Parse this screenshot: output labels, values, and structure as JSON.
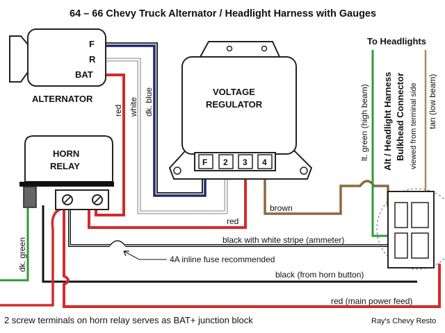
{
  "title": "64 – 66 Chevy Truck Alternator / Headlight Harness with Gauges",
  "alternator": {
    "label": "ALTERNATOR",
    "terminals": [
      "F",
      "R",
      "BAT"
    ]
  },
  "regulator": {
    "label_line1": "VOLTAGE",
    "label_line2": "REGULATOR",
    "terminals": [
      "F",
      "2",
      "3",
      "4"
    ]
  },
  "horn_relay": {
    "label_line1": "HORN",
    "label_line2": "RELAY"
  },
  "connector": {
    "to_headlights": "To Headlights",
    "title_line1": "Alt / Headlight Harness",
    "title_line2": "Bulkhead Connector",
    "subtitle": "viewed from terminal side",
    "lt_green_label": "lt. green (high beam)",
    "tan_label": "tan (low beam)"
  },
  "wires": {
    "red_bat": "red",
    "white_r": "white",
    "blue_f": "dk. blue",
    "brown": "brown",
    "red_reg": "red",
    "dk_green": "dk. green",
    "black_white": "black with white stripe (ammeter)",
    "fuse": "4A inline fuse recommended",
    "black_horn": "black (from horn button)",
    "red_main": "red (main power feed)"
  },
  "footer": {
    "note": "2 screw terminals on horn relay serves as BAT+ junction block",
    "credit": "Ray's Chevy Resto"
  },
  "colors": {
    "red": "#d42a2a",
    "blue": "#1c2a6b",
    "brown": "#8b6a3c",
    "green": "#2e9a3a",
    "black": "#111111"
  }
}
